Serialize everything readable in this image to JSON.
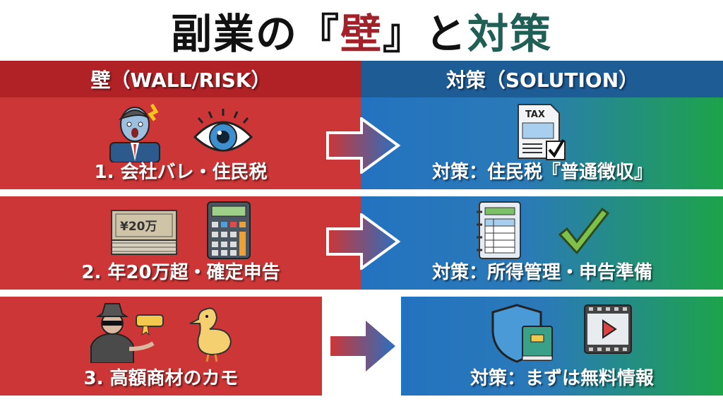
{
  "title": {
    "part1": "副業の",
    "open": "『",
    "wall": "壁",
    "close": "』",
    "and": "と",
    "solution": "対策"
  },
  "headers": {
    "left": "壁（WALL/RISK）",
    "right": "対策（SOLUTION）"
  },
  "rows": [
    {
      "wall": "1. 会社バレ・住民税",
      "solution": "対策：住民税『普通徴収』",
      "tax_label": "TAX"
    },
    {
      "wall": "2. 年20万超・確定申告",
      "solution": "対策：所得管理・申告準備",
      "money_label": "¥20万"
    },
    {
      "wall": "3. 高額商材のカモ",
      "solution": "対策：まずは無料情報"
    }
  ],
  "colors": {
    "red": "#cc3636",
    "blue": "#2372c0",
    "green": "#1da34a"
  }
}
